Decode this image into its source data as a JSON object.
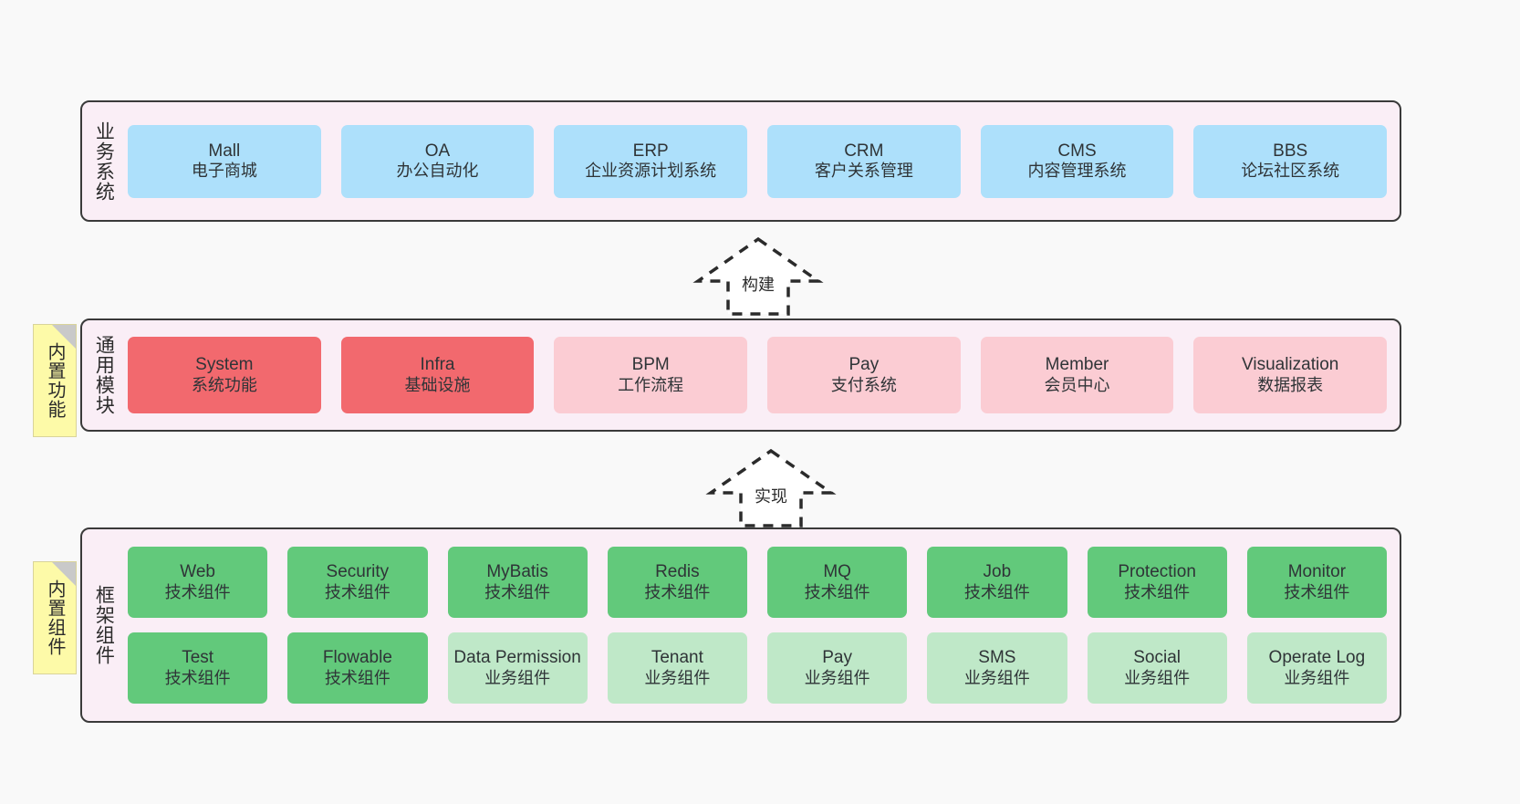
{
  "diagram": {
    "title": "yudao-cloud architecture layers",
    "background": "#f9f9f9",
    "colors": {
      "panel": "#faeef6",
      "panel_border": "#3a3a3a",
      "business": "#ade0fb",
      "module_core": "#f2696e",
      "module_optional": "#fbccd3",
      "component_tech": "#62c97b",
      "component_business": "#bfe8c8",
      "note": "#fdfaa8"
    }
  },
  "layers": [
    {
      "id": "business",
      "title": "业务系统",
      "note": null,
      "rows": [
        {
          "nodes": [
            {
              "en": "Mall",
              "cn": "电子商城",
              "color": "c-blue"
            },
            {
              "en": "OA",
              "cn": "办公自动化",
              "color": "c-blue"
            },
            {
              "en": "ERP",
              "cn": "企业资源计划系统",
              "color": "c-blue"
            },
            {
              "en": "CRM",
              "cn": "客户关系管理",
              "color": "c-blue"
            },
            {
              "en": "CMS",
              "cn": "内容管理系统",
              "color": "c-blue"
            },
            {
              "en": "BBS",
              "cn": "论坛社区系统",
              "color": "c-blue"
            }
          ]
        }
      ]
    },
    {
      "id": "modules",
      "title": "通用模块",
      "note": "内置功能",
      "rows": [
        {
          "nodes": [
            {
              "en": "System",
              "cn": "系统功能",
              "color": "c-red"
            },
            {
              "en": "Infra",
              "cn": "基础设施",
              "color": "c-red"
            },
            {
              "en": "BPM",
              "cn": "工作流程",
              "color": "c-pink"
            },
            {
              "en": "Pay",
              "cn": "支付系统",
              "color": "c-pink"
            },
            {
              "en": "Member",
              "cn": "会员中心",
              "color": "c-pink"
            },
            {
              "en": "Visualization",
              "cn": "数据报表",
              "color": "c-pink"
            }
          ]
        }
      ]
    },
    {
      "id": "framework",
      "title": "框架组件",
      "note": "内置组件",
      "rows": [
        {
          "nodes": [
            {
              "en": "Web",
              "cn": "技术组件",
              "color": "c-green"
            },
            {
              "en": "Security",
              "cn": "技术组件",
              "color": "c-green"
            },
            {
              "en": "MyBatis",
              "cn": "技术组件",
              "color": "c-green"
            },
            {
              "en": "Redis",
              "cn": "技术组件",
              "color": "c-green"
            },
            {
              "en": "MQ",
              "cn": "技术组件",
              "color": "c-green"
            },
            {
              "en": "Job",
              "cn": "技术组件",
              "color": "c-green"
            },
            {
              "en": "Protection",
              "cn": "技术组件",
              "color": "c-green"
            },
            {
              "en": "Monitor",
              "cn": "技术组件",
              "color": "c-green"
            }
          ]
        },
        {
          "nodes": [
            {
              "en": "Test",
              "cn": "技术组件",
              "color": "c-green"
            },
            {
              "en": "Flowable",
              "cn": "技术组件",
              "color": "c-green"
            },
            {
              "en": "Data Permission",
              "cn": "业务组件",
              "color": "c-green-light"
            },
            {
              "en": "Tenant",
              "cn": "业务组件",
              "color": "c-green-light"
            },
            {
              "en": "Pay",
              "cn": "业务组件",
              "color": "c-green-light"
            },
            {
              "en": "SMS",
              "cn": "业务组件",
              "color": "c-green-light"
            },
            {
              "en": "Social",
              "cn": "业务组件",
              "color": "c-green-light"
            },
            {
              "en": "Operate Log",
              "cn": "业务组件",
              "color": "c-green-light"
            }
          ]
        }
      ]
    }
  ],
  "arrows": [
    {
      "id": "build",
      "label": "构建",
      "direction": "up"
    },
    {
      "id": "implement",
      "label": "实现",
      "direction": "up"
    }
  ]
}
